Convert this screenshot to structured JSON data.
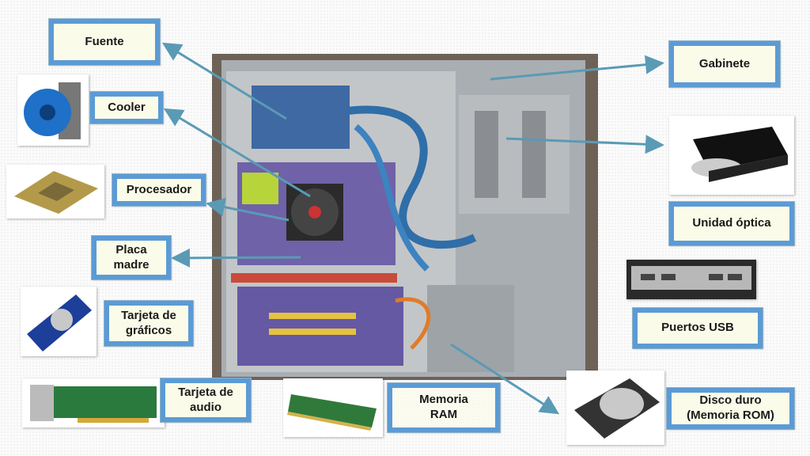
{
  "diagram": {
    "labels": {
      "fuente": "Fuente",
      "cooler": "Cooler",
      "procesador": "Procesador",
      "placa_madre": "Placa madre",
      "tarjeta_graficos": "Tarjeta de gráficos",
      "tarjeta_audio": "Tarjeta de audio",
      "memoria_ram": "Memoria RAM",
      "gabinete": "Gabinete",
      "unidad_optica": "Unidad óptica",
      "puertos_usb": "Puertos USB",
      "disco_duro": "Disco duro (Memoria ROM)"
    },
    "colors": {
      "box_border": "#5b9bd5",
      "box_fill": "#fbfbe9",
      "arrow": "#5a9ab5"
    }
  }
}
